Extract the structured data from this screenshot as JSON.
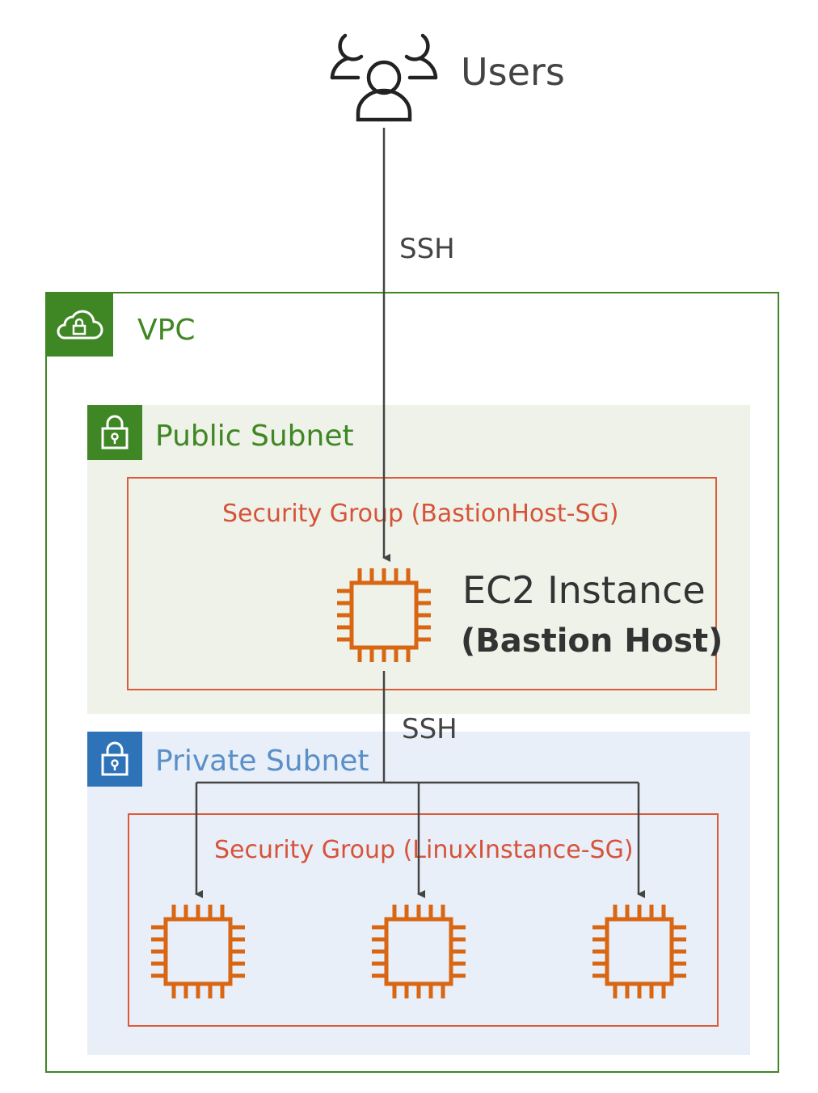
{
  "users": {
    "label": "Users"
  },
  "connections": {
    "ssh_top": "SSH",
    "ssh_bottom": "SSH"
  },
  "vpc": {
    "label": "VPC"
  },
  "public_subnet": {
    "label": "Public Subnet"
  },
  "private_subnet": {
    "label": "Private Subnet"
  },
  "bastion_security_group": {
    "label": "Security Group (BastionHost-SG)"
  },
  "bastion_instance": {
    "title": "EC2 Instance",
    "subtitle": "(Bastion Host)"
  },
  "linux_security_group": {
    "label": "Security Group (LinuxInstance-SG)"
  },
  "colors": {
    "vpc_green": "#3f8624",
    "private_blue": "#2e73b8",
    "security_group_red": "#dd5b3a",
    "ec2_orange": "#d86613",
    "arrow_gray": "#444444"
  }
}
